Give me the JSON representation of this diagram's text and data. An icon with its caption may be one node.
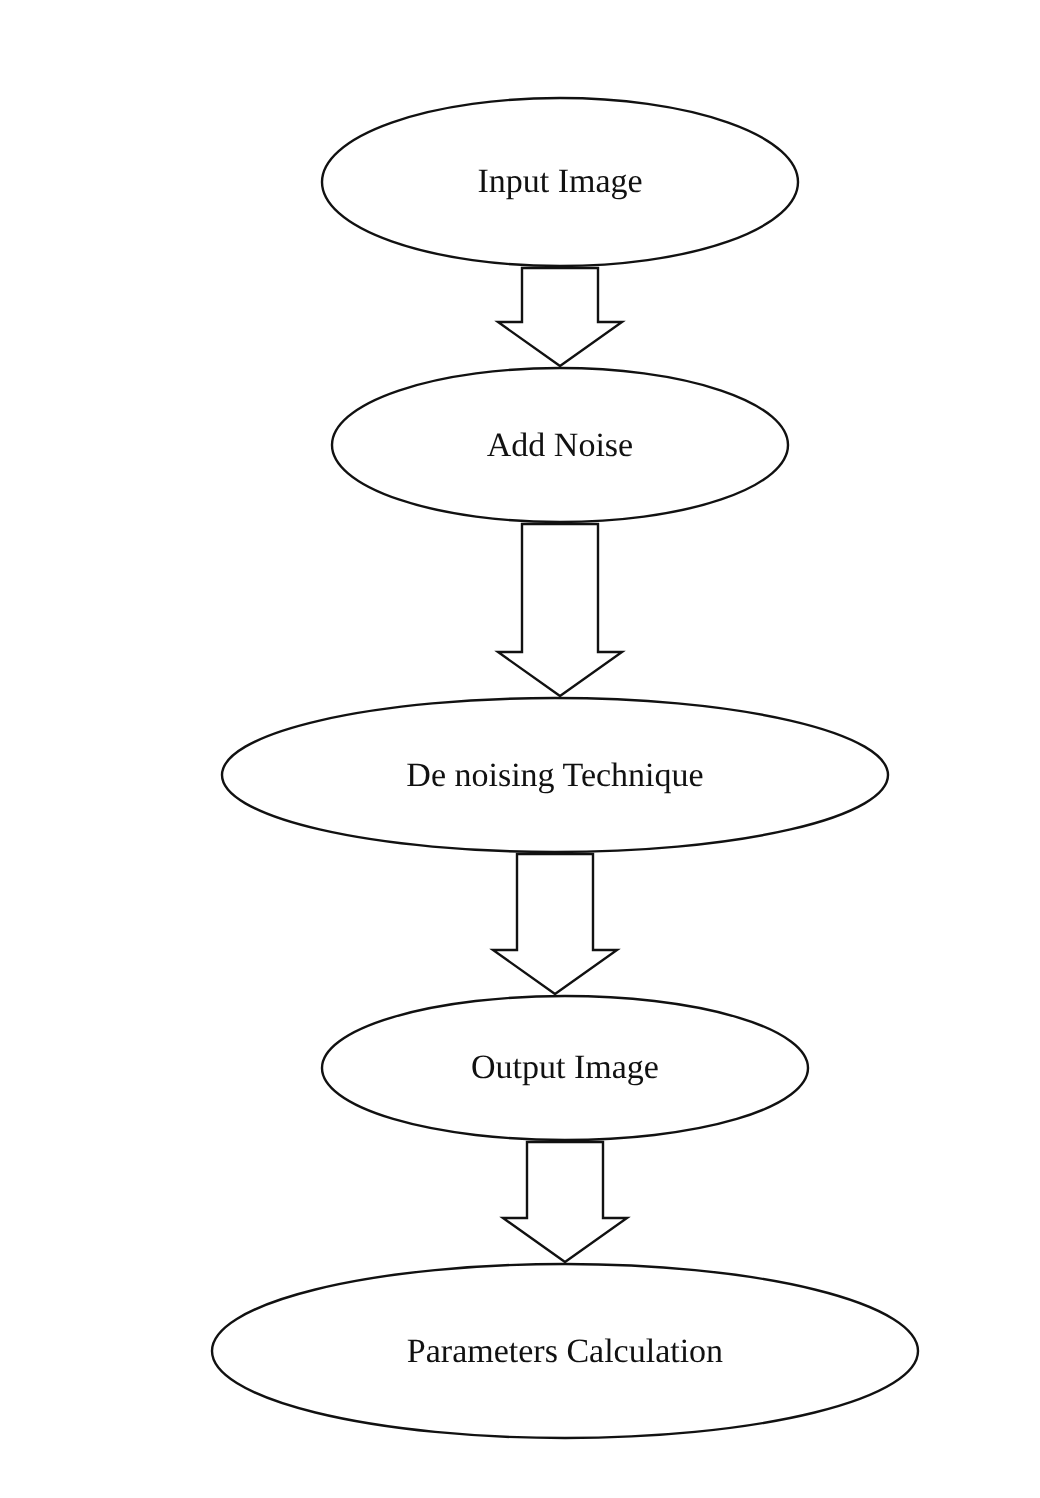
{
  "diagram": {
    "nodes": [
      {
        "text": [
          "Input Image"
        ]
      },
      {
        "text": [
          "Add Noise"
        ]
      },
      {
        "text": [
          "De noising Technique"
        ]
      },
      {
        "text": [
          "Output Image"
        ]
      },
      {
        "text": [
          "Parameters Calculation"
        ]
      }
    ],
    "edges": [
      {
        "from": 0,
        "to": 1,
        "arrow": "to"
      },
      {
        "from": 1,
        "to": 2,
        "arrow": "to"
      },
      {
        "from": 2,
        "to": 3,
        "arrow": "to"
      },
      {
        "from": 3,
        "to": 4,
        "arrow": "to"
      }
    ]
  }
}
